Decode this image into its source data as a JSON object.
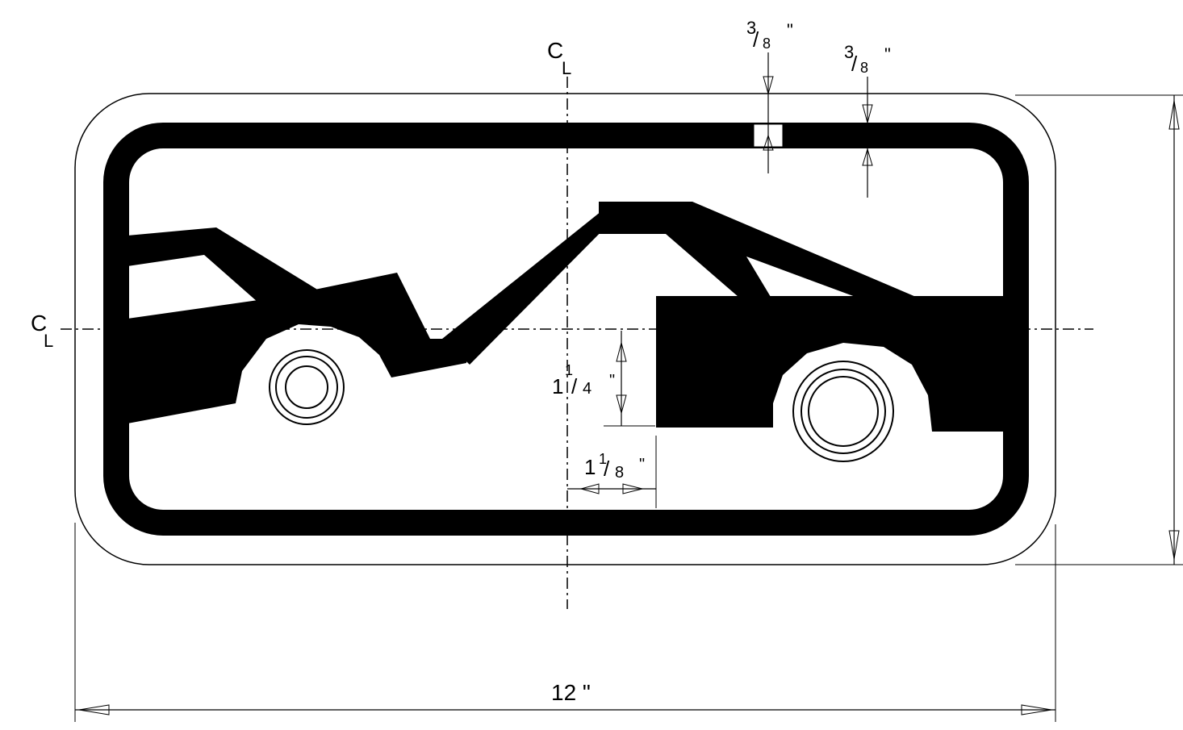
{
  "diagram": {
    "centerline_vertical_label": "C",
    "centerline_horizontal_label": "C",
    "dimensions": {
      "top_margin": "3/8 \"",
      "border_width": "3/8 \"",
      "truck_offset_x": "1 1/8 \"",
      "truck_height": "1 1/4 \"",
      "overall_width": "12 \""
    },
    "fractions": {
      "top_margin": {
        "num": "3",
        "den": "8",
        "mark": "\""
      },
      "border_width": {
        "num": "3",
        "den": "8",
        "mark": "\""
      },
      "truck_offset_x": {
        "whole": "1",
        "num": "1",
        "den": "8",
        "mark": "\""
      },
      "truck_height": {
        "whole": "1",
        "num": "1",
        "den": "4",
        "mark": "\""
      }
    },
    "sign_colors": {
      "background": "#ffffff",
      "legend": "#000000"
    }
  }
}
